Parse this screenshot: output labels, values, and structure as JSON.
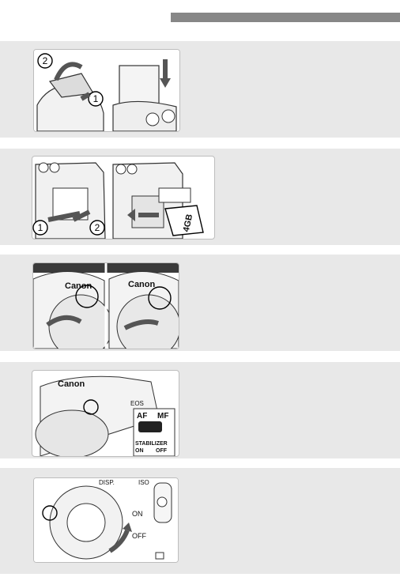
{
  "steps": [
    {
      "callouts": [
        "2",
        "1"
      ],
      "notes": ""
    },
    {
      "callouts": [
        "1",
        "2"
      ],
      "card_label": "4GB"
    },
    {
      "lens_text_left": "Canon",
      "lens_text_right": "Canon"
    },
    {
      "brand_text": "Canon",
      "model_text": "EOS",
      "switch_af": "AF",
      "switch_mf": "MF",
      "stabilizer": "STABILIZER",
      "stab_on": "ON",
      "stab_off": "OFF"
    },
    {
      "dial_on": "ON",
      "dial_off": "OFF",
      "dial_top": "DISP.",
      "dial_iso": "ISO"
    }
  ]
}
